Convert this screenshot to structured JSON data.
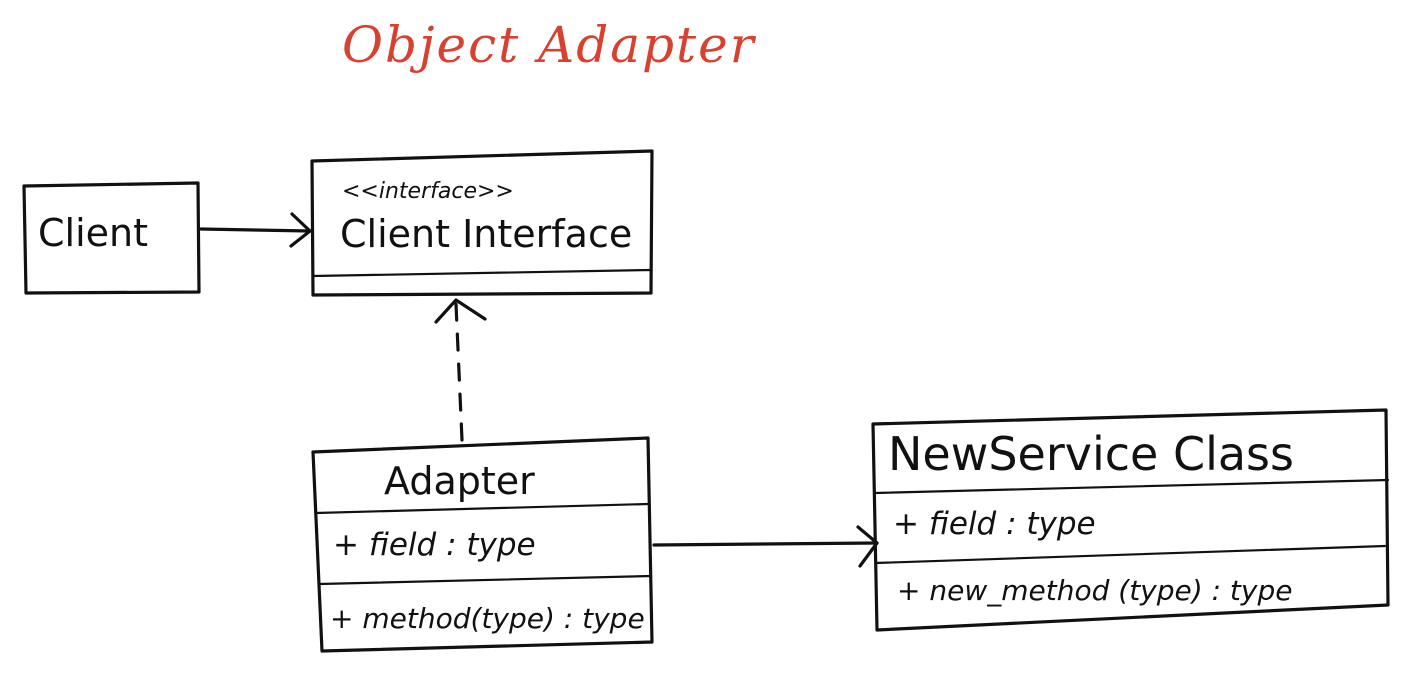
{
  "diagram": {
    "title": "Object Adapter",
    "title_color": "#d8402f",
    "ink_color": "#111111",
    "client": {
      "name": "Client"
    },
    "client_interface": {
      "stereotype": "<<interface>>",
      "name": "Client Interface"
    },
    "adapter": {
      "name": "Adapter",
      "field": "+ field : type",
      "method": "+ method(type) : type"
    },
    "service": {
      "name": "NewService Class",
      "field": "+ field : type",
      "method": "+ new_method (type) : type"
    }
  }
}
